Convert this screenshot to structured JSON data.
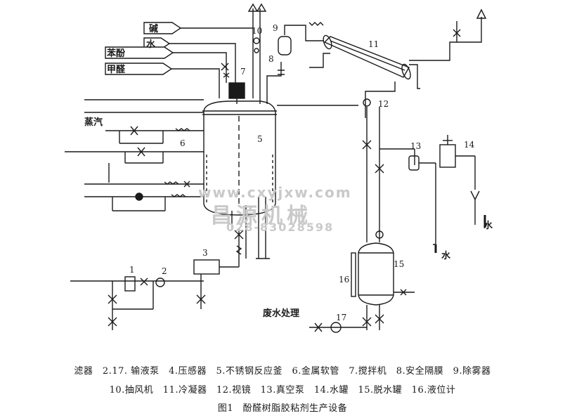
{
  "inputs": {
    "alkali": "碱",
    "water": "水",
    "phenol": "苯酚",
    "formaldehyde": "甲醛"
  },
  "steam": "蒸汽",
  "water_out_1": "水",
  "water_out_2": "水",
  "wastewater": "废水处理",
  "numbers": {
    "n1": "1",
    "n2": "2",
    "n3": "3",
    "n5": "5",
    "n6": "6",
    "n7": "7",
    "n8": "8",
    "n9": "9",
    "n10": "10",
    "n11": "11",
    "n12": "12",
    "n13": "13",
    "n14": "14",
    "n15": "15",
    "n16": "16",
    "n17": "17"
  },
  "legend_line1": "滤器　2.17. 输液泵　4.压感器　5.不锈钢反应釜　6.金属软管　7.搅拌机　8.安全隔膜　9.除雾器",
  "legend_line2": "10.抽风机　11.冷凝器　12.视镜　13.真空泵　14.水罐　15.脱水罐　16.液位计",
  "caption": "图1　酚醛树脂胶粘剂生产设备",
  "watermark_url": "www.cxyjxw.com",
  "watermark_phone": "028-83028598",
  "watermark_brand": "昌源机械"
}
